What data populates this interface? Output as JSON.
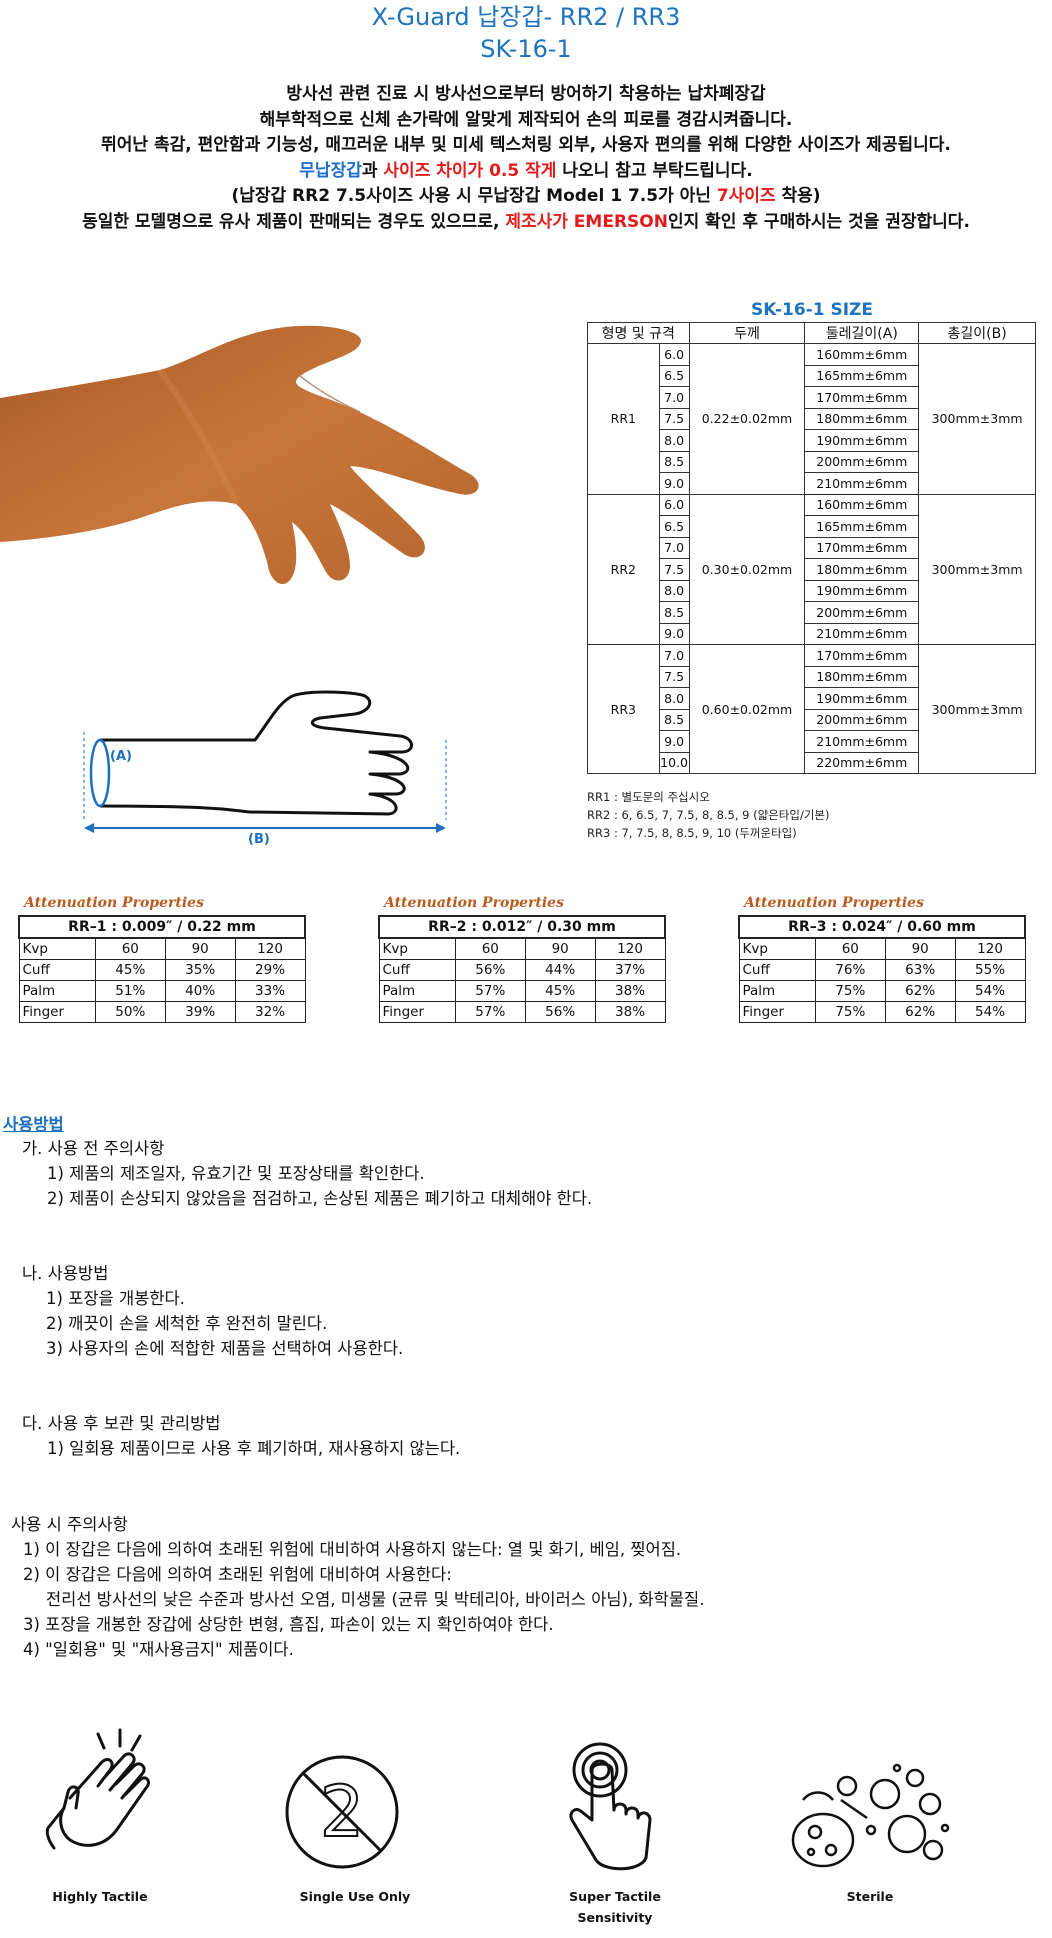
{
  "header": {
    "title1": "X-Guard 납장갑- RR2 / RR3",
    "title2": "SK-16-1"
  },
  "intro": {
    "line1": "방사선 관련 진료 시 방사선으로부터 방어하기 착용하는 납차폐장갑",
    "line2": "해부학적으로 신체 손가락에 알맞게 제작되어 손의 피로를 경감시켜줍니다.",
    "line3": "뛰어난 촉감, 편안함과 기능성, 매끄러운 내부 및 미세 텍스처링 외부, 사용자 편의를 위해 다양한 사이즈가 제공됩니다.",
    "line4_a": "무납장갑",
    "line4_b": "과 ",
    "line4_c": "사이즈 차이가 0.5 작게",
    "line4_d": " 나오니 참고 부탁드립니다.",
    "line5_a": "(납장갑 RR2 7.5사이즈 사용 시 무납장갑 Model 1 7.5가 아닌 ",
    "line5_b": "7사이즈",
    "line5_c": " 착용)",
    "line6_a": "동일한 모델명으로 유사 제품이 판매되는 경우도 있으므로, ",
    "line6_b": "제조사가 EMERSON",
    "line6_c": "인지 확인 후 구매하시는 것을 권장합니다."
  },
  "diagram": {
    "label_a": "(A)",
    "label_b": "(B)"
  },
  "size_table": {
    "title": "SK-16-1 SIZE",
    "headers": [
      "형명 및 규격",
      "두께",
      "둘레길이(A)",
      "총길이(B)"
    ],
    "groups": [
      {
        "model": "RR1",
        "thickness": "0.22±0.02mm",
        "total_length": "300mm±3mm",
        "sizes": [
          "6.0",
          "6.5",
          "7.0",
          "7.5",
          "8.0",
          "8.5",
          "9.0"
        ],
        "circumference": [
          "160mm±6mm",
          "165mm±6mm",
          "170mm±6mm",
          "180mm±6mm",
          "190mm±6mm",
          "200mm±6mm",
          "210mm±6mm"
        ]
      },
      {
        "model": "RR2",
        "thickness": "0.30±0.02mm",
        "total_length": "300mm±3mm",
        "sizes": [
          "6.0",
          "6.5",
          "7.0",
          "7.5",
          "8.0",
          "8.5",
          "9.0"
        ],
        "circumference": [
          "160mm±6mm",
          "165mm±6mm",
          "170mm±6mm",
          "180mm±6mm",
          "190mm±6mm",
          "200mm±6mm",
          "210mm±6mm"
        ]
      },
      {
        "model": "RR3",
        "thickness": "0.60±0.02mm",
        "total_length": "300mm±3mm",
        "sizes": [
          "7.0",
          "7.5",
          "8.0",
          "8.5",
          "9.0",
          "10.0"
        ],
        "circumference": [
          "170mm±6mm",
          "180mm±6mm",
          "190mm±6mm",
          "200mm±6mm",
          "210mm±6mm",
          "220mm±6mm"
        ]
      }
    ],
    "notes": [
      "RR1 : 별도문의 주십시오",
      "RR2 : 6,  6.5,  7,  7.5,  8,  8.5,  9 (얇은타입/기본)",
      "RR3 : 7,  7.5,  8,  8.5,  9,  10 (두꺼운타입)"
    ]
  },
  "attenuation": [
    {
      "heading": "Attenuation Properties",
      "spec": "RR–1 : 0.009″ / 0.22 mm",
      "cols": [
        "Kvp",
        "60",
        "90",
        "120"
      ],
      "rows": [
        [
          "Cuff",
          "45%",
          "35%",
          "29%"
        ],
        [
          "Palm",
          "51%",
          "40%",
          "33%"
        ],
        [
          "Finger",
          "50%",
          "39%",
          "32%"
        ]
      ]
    },
    {
      "heading": "Attenuation Properties",
      "spec": "RR–2 : 0.012″ / 0.30 mm",
      "cols": [
        "Kvp",
        "60",
        "90",
        "120"
      ],
      "rows": [
        [
          "Cuff",
          "56%",
          "44%",
          "37%"
        ],
        [
          "Palm",
          "57%",
          "45%",
          "38%"
        ],
        [
          "Finger",
          "57%",
          "56%",
          "38%"
        ]
      ]
    },
    {
      "heading": "Attenuation Properties",
      "spec": "RR–3 : 0.024″ / 0.60 mm",
      "cols": [
        "Kvp",
        "60",
        "90",
        "120"
      ],
      "rows": [
        [
          "Cuff",
          "76%",
          "63%",
          "55%"
        ],
        [
          "Palm",
          "75%",
          "62%",
          "54%"
        ],
        [
          "Finger",
          "75%",
          "62%",
          "54%"
        ]
      ]
    }
  ],
  "usage": {
    "title": "사용방법",
    "sec_a": "가. 사용 전 주의사항",
    "sec_a_items": [
      "1) 제품의 제조일자, 유효기간 및 포장상태를 확인한다.",
      "2) 제품이 손상되지 않았음을 점검하고, 손상된 제품은 폐기하고 대체해야 한다."
    ],
    "sec_b": "나. 사용방법",
    "sec_b_items": [
      "1) 포장을 개봉한다.",
      "2) 깨끗이 손을 세척한 후 완전히 말린다.",
      "3) 사용자의 손에 적합한 제품을 선택하여 사용한다."
    ],
    "sec_c": "다. 사용 후 보관 및 관리방법",
    "sec_c_items": [
      "1) 일회용 제품이므로 사용 후 폐기하며, 재사용하지 않는다."
    ]
  },
  "cautions": {
    "title": "사용 시 주의사항",
    "items": [
      "1) 이 장갑은 다음에 의하여 초래된 위험에 대비하여 사용하지 않는다: 열 및 화기, 베임, 찢어짐.",
      "2) 이 장갑은 다음에 의하여 초래된 위험에 대비하여 사용한다:",
      "전리선 방사선의 낮은 수준과 방사선 오염, 미생물 (균류 및 박테리아, 바이러스 아님), 화학물질.",
      "3) 포장을 개봉한 장갑에 상당한 변형, 흠집, 파손이 있는 지 확인하여야 한다.",
      "4) \"일회용\" 및 \"재사용금지\" 제품이다."
    ]
  },
  "icons": [
    {
      "label": "Highly Tactile",
      "icon": "clapping-hands-icon"
    },
    {
      "label": "Single Use Only",
      "icon": "no-reuse-icon"
    },
    {
      "label_1": "Super Tactile",
      "label_2": "Sensitivity",
      "icon": "touch-finger-icon"
    },
    {
      "label": "Sterile",
      "icon": "microbes-icon"
    }
  ],
  "colors": {
    "title_blue": "#1e73be",
    "emphasis_red": "#e21a1a",
    "glove": "#c2733a",
    "attenuation_heading": "#b85a1e"
  }
}
